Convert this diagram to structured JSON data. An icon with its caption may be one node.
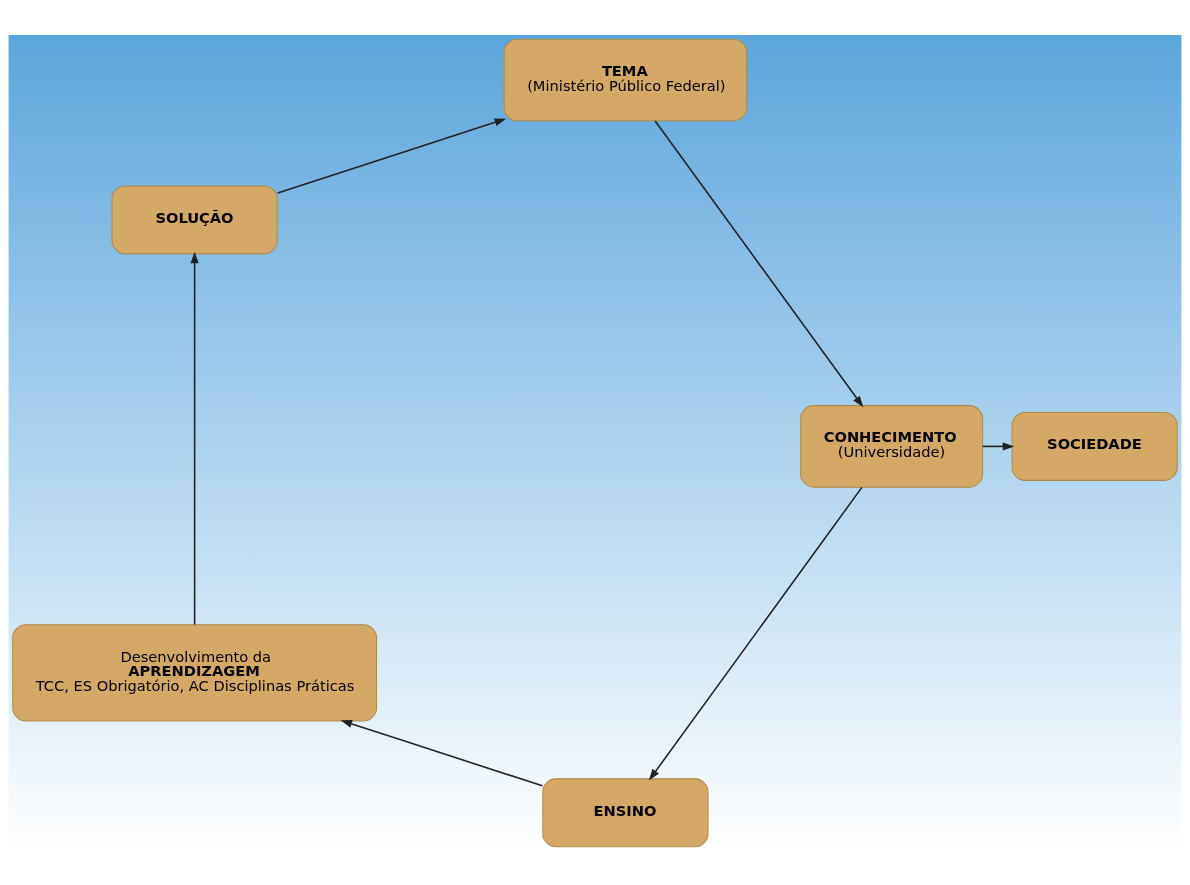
{
  "diagram": {
    "nodes": [
      {
        "text": [
          "TEMA",
          "(Ministério Público Federal)"
        ]
      },
      {
        "text": [
          "CONHECIMENTO",
          "(Universidade)"
        ]
      },
      {
        "text": [
          "SOCIEDADE"
        ]
      },
      {
        "text": [
          "ENSINO"
        ]
      },
      {
        "text": [
          "Desenvolvimento da",
          "APRENDIZAGEM",
          "TCC, ES Obrigatório, AC Disciplinas Práticas"
        ]
      },
      {
        "text": [
          "SOLUÇÃO"
        ]
      }
    ],
    "edges": [
      {
        "from": 0,
        "to": 1,
        "arrow": "to"
      },
      {
        "from": 1,
        "to": 2,
        "arrow": "to"
      },
      {
        "from": 1,
        "to": 3,
        "arrow": "to"
      },
      {
        "from": 3,
        "to": 4,
        "arrow": "to"
      },
      {
        "from": 4,
        "to": 5,
        "arrow": "to"
      },
      {
        "from": 5,
        "to": 0,
        "arrow": "to"
      }
    ]
  }
}
